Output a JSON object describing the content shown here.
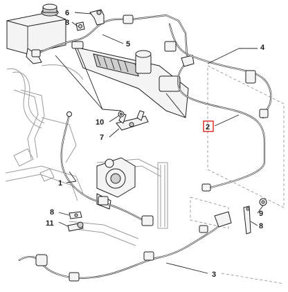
{
  "callouts": {
    "c1": "1",
    "c2": "2",
    "c3": "3",
    "c4": "4",
    "c5": "5",
    "c6": "6",
    "c7": "7",
    "c8a": "8",
    "c8b": "8",
    "c8c": "8",
    "c9": "9",
    "c10": "10",
    "c11": "11"
  },
  "colors": {
    "highlight": "#d9231f",
    "line": "#1c1c1c",
    "ghost": "#9a9a9a"
  }
}
